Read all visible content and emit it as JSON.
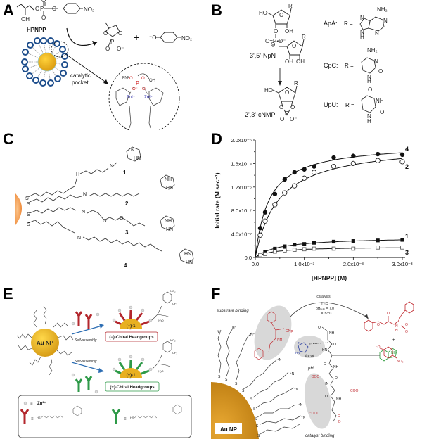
{
  "panels": {
    "A": {
      "label": "A",
      "reactant_name": "HPNPP",
      "reactant_fragments": {
        "oh": "OH",
        "no2": "NO₂",
        "ominus": "O⁻"
      },
      "product_plus": "+",
      "product_no2": "NO₂",
      "pocket_label_line1": "catalytic",
      "pocket_label_line2": "pocket",
      "pocket_pnp": "PNP",
      "pocket_oh": "OH",
      "zn_label": "Zn²⁺",
      "colors": {
        "gold": "#f2b51c",
        "ligand_ring": "#1e4e8c",
        "phosphate": "#d02020",
        "zinc": "#2a2aa8"
      }
    },
    "B": {
      "label": "B",
      "dinucleotide": "3',5'-NpN",
      "cyclic": "2',3'-cNMP",
      "r": "R",
      "entries": [
        {
          "name": "ApA:",
          "r_eq": "R ="
        },
        {
          "name": "CpC:",
          "r_eq": "R ="
        },
        {
          "name": "UpU:",
          "r_eq": "R ="
        }
      ],
      "groups": {
        "nh2": "NH₂",
        "nh": "NH",
        "n": "N",
        "h": "H",
        "o": "O",
        "oh": "OH",
        "ho": "HO"
      }
    },
    "C": {
      "label": "C",
      "compounds": [
        "1",
        "2",
        "3",
        "4"
      ],
      "atoms": {
        "s": "S",
        "h": "H",
        "n": "N",
        "nh": "NH",
        "hn": "HN",
        "o": "O"
      },
      "colors": {
        "np": "#f0903a"
      }
    },
    "D": {
      "label": "D"
    },
    "E": {
      "label": "E",
      "core_label": "Au NP",
      "assembly_label": "Self-assembly",
      "minus_core": "(−)-1",
      "plus_core": "(+)-1",
      "minus_box": "(−)-Chiral Headgroups",
      "plus_box": "(+)-Chiral Headgroups",
      "legend_zn": "Zn²⁺",
      "legend_eq": "≡",
      "legend_hs": "HS",
      "colors": {
        "red": "#b3272d",
        "green": "#2e9a48",
        "gold": "#e8b020",
        "arrow": "#2c6db3"
      }
    },
    "F": {
      "label": "F",
      "substrate_binding": "substrate binding",
      "catalyst_binding": "catalyst binding",
      "local_ph_line1": "local",
      "local_ph_line2": "pH",
      "catalysis": "catalysis",
      "conditions": [
        "H₂O",
        "pHₕᵤₗₖ = 7.0",
        "T = 37°C"
      ],
      "core_label": "Au NP",
      "onp": "ONp",
      "coo": "COO⁻",
      "ooc": "⁻OOC",
      "nplus": "⁺N",
      "colors": {
        "red": "#c0282e",
        "blue": "#2b3fa0",
        "green": "#2b9a3a",
        "gold": "#c98a16",
        "shade": "#d8d8d8"
      }
    }
  },
  "chart_data": {
    "type": "scatter",
    "title": "",
    "xlabel": "[HPNPP] (M)",
    "ylabel": "Initial rate (M sec⁻¹)",
    "xlim": [
      0,
      0.003
    ],
    "ylim": [
      0,
      2e-06
    ],
    "xticks": [
      0,
      0.001,
      0.002,
      0.003
    ],
    "xtick_labels": [
      "0.0",
      "1.0x10⁻³",
      "2.0x10⁻³",
      "3.0x10⁻³"
    ],
    "yticks": [
      0,
      4e-07,
      8e-07,
      1.2e-06,
      1.6e-06,
      2e-06
    ],
    "ytick_labels": [
      "0.0",
      "4.0x10⁻⁷",
      "8.0x10⁻⁷",
      "1.2x10⁻⁶",
      "1.6x10⁻⁶",
      "2.0x10⁻⁶"
    ],
    "grid": false,
    "legend": "inline-right",
    "x": [
      0.0001,
      0.0002,
      0.0004,
      0.0006,
      0.0008,
      0.001,
      0.0012,
      0.0016,
      0.002,
      0.0025,
      0.003
    ],
    "series": [
      {
        "name": "4",
        "marker": "filled-circle",
        "values": [
          5e-07,
          7.7e-07,
          1.08e-06,
          1.33e-06,
          1.45e-06,
          1.5e-06,
          1.55e-06,
          1.7e-06,
          1.73e-06,
          1.76e-06,
          1.75e-06
        ],
        "fit": {
          "vmax": 1.95e-06,
          "km": 0.00028
        }
      },
      {
        "name": "2",
        "marker": "open-circle",
        "values": [
          3.8e-07,
          6.2e-07,
          9e-07,
          1.1e-06,
          1.22e-06,
          1.35e-06,
          1.45e-06,
          1.55e-06,
          1.6e-06,
          1.65e-06,
          1.63e-06
        ],
        "fit": {
          "vmax": 1.95e-06,
          "km": 0.00047
        }
      },
      {
        "name": "1",
        "marker": "filled-square",
        "values": [
          5e-08,
          1e-07,
          1.5e-07,
          1.9e-07,
          2.2e-07,
          2.3e-07,
          2.5e-07,
          2.7e-07,
          2.8e-07,
          2.9e-07,
          3e-07
        ],
        "fit": {
          "vmax": 3.5e-07,
          "km": 0.0005
        }
      },
      {
        "name": "3",
        "marker": "open-square",
        "values": [
          4e-08,
          6e-08,
          1e-07,
          1.2e-07,
          1.3e-07,
          1.4e-07,
          1.5e-07,
          1.5e-07,
          1.5e-07,
          1.7e-07,
          1.7e-07
        ],
        "fit": {
          "vmax": 1.85e-07,
          "km": 0.00035
        }
      }
    ]
  }
}
